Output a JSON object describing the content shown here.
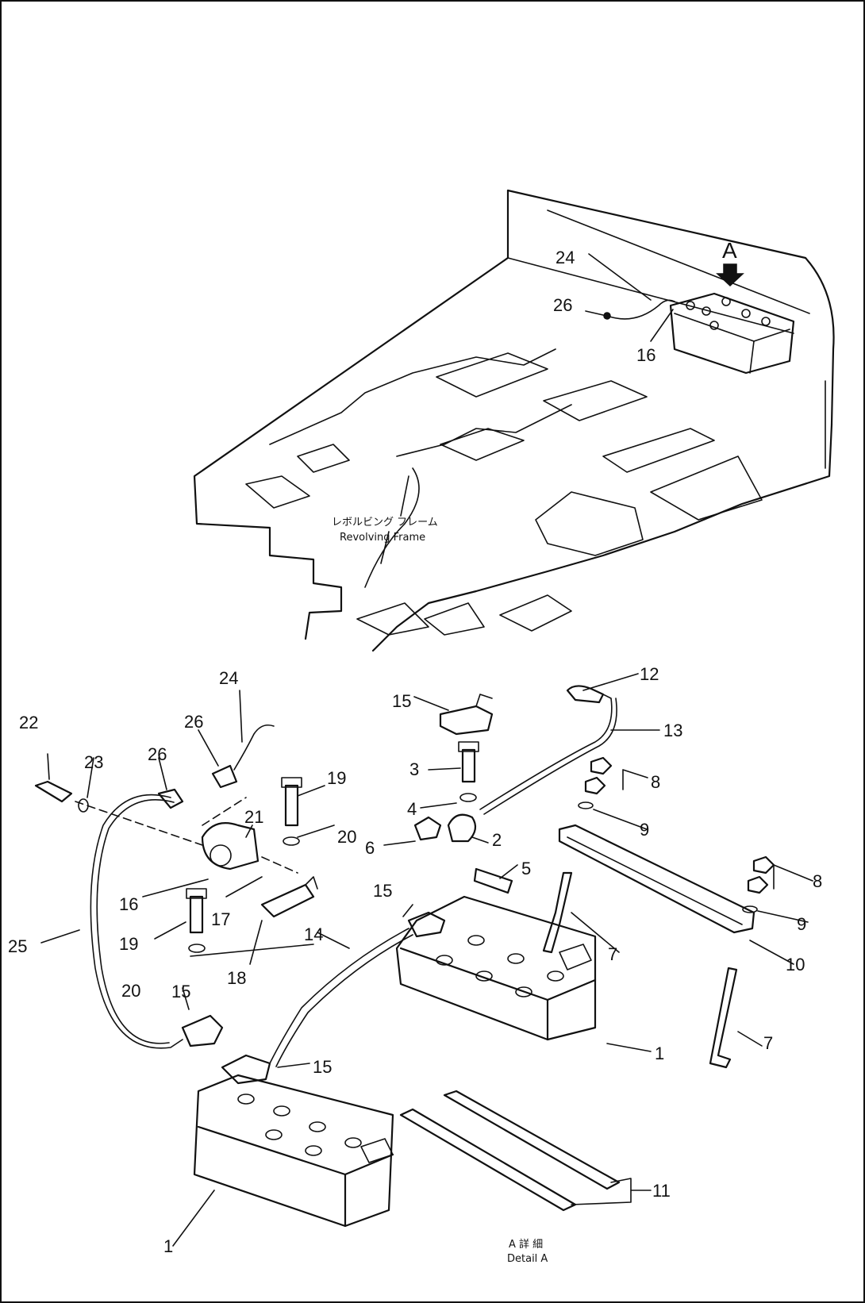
{
  "frame_label_jp": "レボルビング フレーム",
  "frame_label_en": "Revolving Frame",
  "detail_marker": "A",
  "detail_caption_jp": "A 詳 細",
  "detail_caption_en": "Detail A",
  "callouts": {
    "c1a": "1",
    "c1b": "1",
    "c2": "2",
    "c3": "3",
    "c4": "4",
    "c5": "5",
    "c6": "6",
    "c7a": "7",
    "c7b": "7",
    "c8a": "8",
    "c8b": "8",
    "c9a": "9",
    "c9b": "9",
    "c10": "10",
    "c11": "11",
    "c12": "12",
    "c13": "13",
    "c14": "14",
    "c15a": "15",
    "c15b": "15",
    "c15c": "15",
    "c15d": "15",
    "c16a": "16",
    "c16b": "16",
    "c17": "17",
    "c18": "18",
    "c19a": "19",
    "c19b": "19",
    "c20a": "20",
    "c20b": "20",
    "c21": "21",
    "c22": "22",
    "c23": "23",
    "c24a": "24",
    "c24b": "24",
    "c25": "25",
    "c26a": "26",
    "c26b": "26",
    "c26c": "26"
  }
}
